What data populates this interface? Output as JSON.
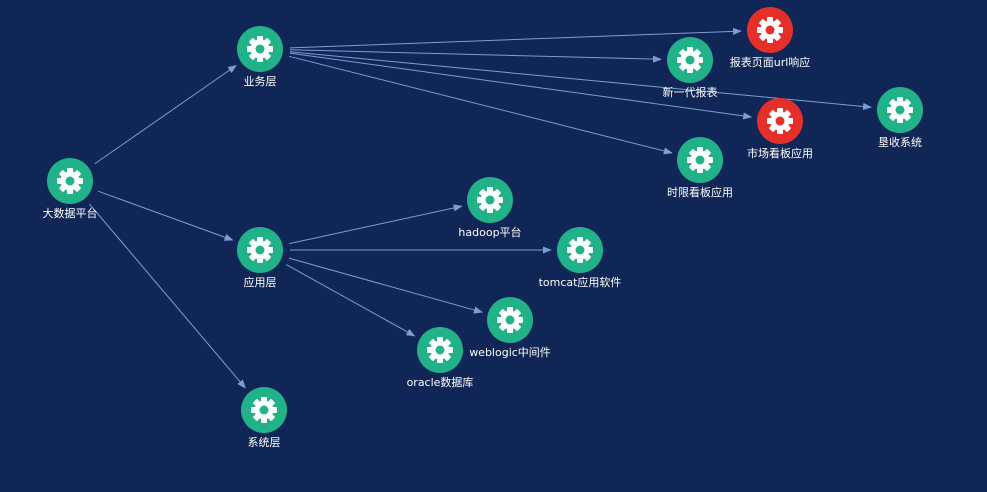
{
  "palette": {
    "background": "#0f2656",
    "node_ok": "#22b28a",
    "node_alert": "#e5302a",
    "edge": "#7f9bd6",
    "label": "#ffffff"
  },
  "nodes": [
    {
      "id": "bigdata",
      "label": "大数据平台",
      "status": "ok",
      "icon": "gear-icon"
    },
    {
      "id": "business",
      "label": "业务层",
      "status": "ok",
      "icon": "gear-icon"
    },
    {
      "id": "app",
      "label": "应用层",
      "status": "ok",
      "icon": "gear-icon"
    },
    {
      "id": "system",
      "label": "系统层",
      "status": "ok",
      "icon": "gear-icon"
    },
    {
      "id": "report_url",
      "label": "报表页面url响应",
      "status": "alert",
      "icon": "gear-icon"
    },
    {
      "id": "newreport",
      "label": "新一代报表",
      "status": "ok",
      "icon": "gear-icon"
    },
    {
      "id": "market",
      "label": "市场看板应用",
      "status": "alert",
      "icon": "gear-icon"
    },
    {
      "id": "collect",
      "label": "垦收系统",
      "status": "ok",
      "icon": "gear-icon"
    },
    {
      "id": "timelimit",
      "label": "时限看板应用",
      "status": "ok",
      "icon": "gear-icon"
    },
    {
      "id": "hadoop",
      "label": "hadoop平台",
      "status": "ok",
      "icon": "gear-icon"
    },
    {
      "id": "tomcat",
      "label": "tomcat应用软件",
      "status": "ok",
      "icon": "gear-icon"
    },
    {
      "id": "weblogic",
      "label": "weblogic中间件",
      "status": "ok",
      "icon": "gear-icon"
    },
    {
      "id": "oracle",
      "label": "oracle数据库",
      "status": "ok",
      "icon": "gear-icon"
    }
  ],
  "edges": [
    {
      "from": "bigdata",
      "to": "business"
    },
    {
      "from": "bigdata",
      "to": "app"
    },
    {
      "from": "bigdata",
      "to": "system"
    },
    {
      "from": "business",
      "to": "report_url"
    },
    {
      "from": "business",
      "to": "newreport"
    },
    {
      "from": "business",
      "to": "collect"
    },
    {
      "from": "business",
      "to": "market"
    },
    {
      "from": "business",
      "to": "timelimit"
    },
    {
      "from": "app",
      "to": "hadoop"
    },
    {
      "from": "app",
      "to": "tomcat"
    },
    {
      "from": "app",
      "to": "weblogic"
    },
    {
      "from": "app",
      "to": "oracle"
    }
  ]
}
